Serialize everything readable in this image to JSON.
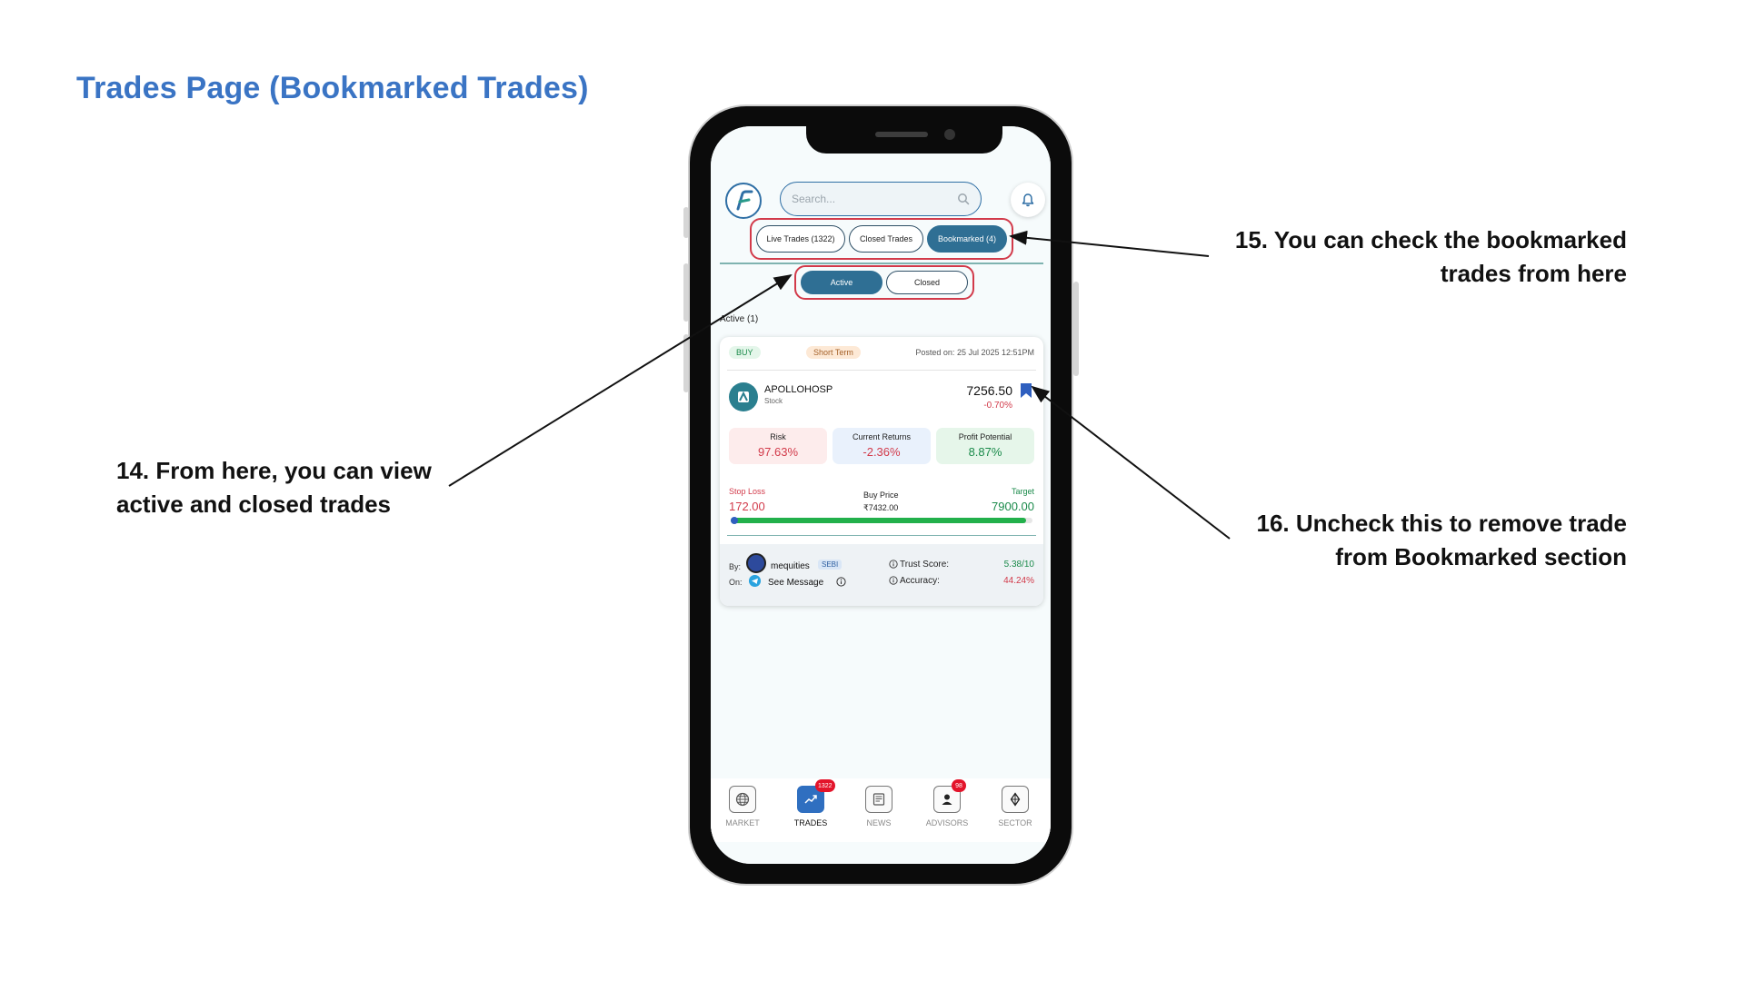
{
  "page": {
    "title": "Trades Page (Bookmarked Trades)"
  },
  "callouts": {
    "c14": [
      "14. From here, you can view",
      "active and closed trades"
    ],
    "c15": [
      "15. You can check the bookmarked",
      "trades from here"
    ],
    "c16": [
      "16. Uncheck this to remove trade",
      "from Bookmarked section"
    ]
  },
  "header": {
    "search_placeholder": "Search..."
  },
  "tabs": {
    "live": "Live Trades (1322)",
    "closed": "Closed Trades",
    "bookmarked": "Bookmarked (4)"
  },
  "subtabs": {
    "active": "Active",
    "closed": "Closed"
  },
  "list": {
    "count_label": "Active (1)"
  },
  "trade": {
    "side": "BUY",
    "term": "Short Term",
    "posted": "Posted on: 25 Jul 2025 12:51PM",
    "symbol": "APOLLOHOSP",
    "type": "Stock",
    "price": "7256.50",
    "change": "-0.70%",
    "metrics": {
      "risk_label": "Risk",
      "risk_value": "97.63%",
      "returns_label": "Current Returns",
      "returns_value": "-2.36%",
      "potential_label": "Profit Potential",
      "potential_value": "8.87%"
    },
    "stop_loss_label": "Stop Loss",
    "stop_loss_value": "172.00",
    "buy_price_label": "Buy Price",
    "buy_price_value": "₹7432.00",
    "target_label": "Target",
    "target_value": "7900.00",
    "progress_fraction": 0.98,
    "by_label": "By:",
    "advisor": "mequities",
    "advisor_badge": "SEBI",
    "on_label": "On:",
    "message_link": "See Message",
    "trust_label": "Trust Score:",
    "trust_value": "5.38/10",
    "accuracy_label": "Accuracy:",
    "accuracy_value": "44.24%"
  },
  "nav": {
    "items": [
      {
        "label": "MARKET",
        "icon": "globe-icon"
      },
      {
        "label": "TRADES",
        "icon": "trend-up-icon",
        "badge": "1322"
      },
      {
        "label": "NEWS",
        "icon": "newspaper-icon"
      },
      {
        "label": "ADVISORS",
        "icon": "user-icon",
        "badge": "98"
      },
      {
        "label": "SECTOR",
        "icon": "sector-icon"
      }
    ]
  },
  "colors": {
    "title_blue": "#3a74c4",
    "highlight_red": "#d23a4a",
    "accent_teal": "#2f6f94",
    "positive_green": "#1a8a4a",
    "badge_red": "#e3142b"
  }
}
